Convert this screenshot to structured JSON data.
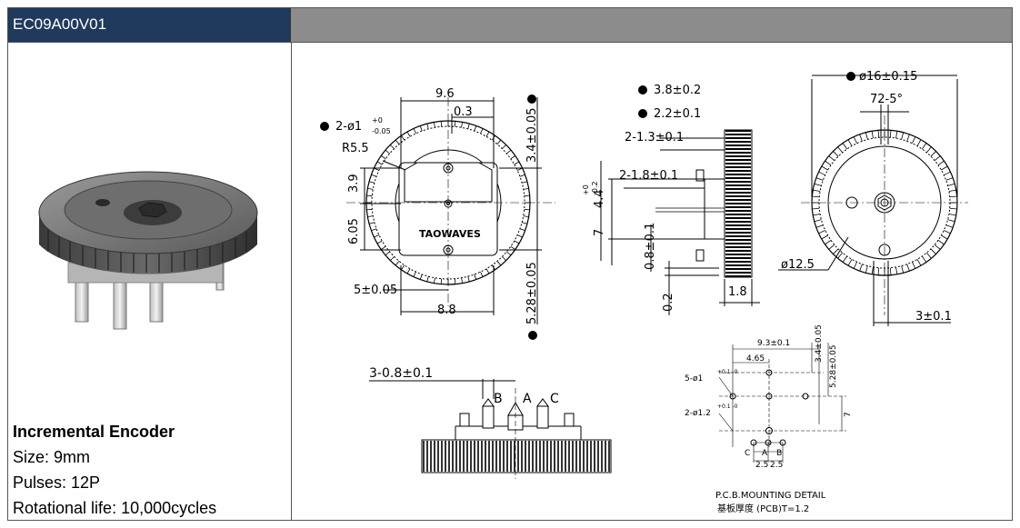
{
  "header": {
    "model": "EC09A00V01"
  },
  "product": {
    "title": "Incremental Encoder",
    "size": "Size: 9mm",
    "pulses": "Pulses: 12P",
    "life": "Rotational life: 10,000cycles"
  },
  "front_view": {
    "dim_width": "9.6",
    "dim_offset": "0.3",
    "dim_holes": "2-ø1",
    "dim_holes_tol_upper": "+0",
    "dim_holes_tol_lower": "-0.05",
    "dim_radius": "R5.5",
    "dim_top": "3.9",
    "dim_mid": "6.05",
    "dim_upper_right": "3.4±0.05",
    "dim_lower_right": "5.28±0.05",
    "dim_pin_offset": "5±0.05",
    "dim_base": "8.8",
    "brand": "TAOWAVES"
  },
  "side_view": {
    "dim_a": "3.8±0.2",
    "dim_b": "2.2±0.1",
    "dim_c": "2-1.3±0.1",
    "dim_d": "2-1.8±0.1",
    "dim_e": "4.4",
    "dim_e_tol_upper": "+0",
    "dim_e_tol_lower": "-0.2",
    "dim_f": "7",
    "dim_g": "0.8±0.1",
    "dim_h": "0.2",
    "dim_i": "1.8"
  },
  "rear_view": {
    "dim_dia": "ø16±0.15",
    "dim_angle": "72-5°",
    "dim_inner": "ø12.5",
    "dim_shift": "3±0.1"
  },
  "bottom_view": {
    "dim_pins": "3-0.8±0.1",
    "pin_b": "B",
    "pin_a": "A",
    "pin_c": "C"
  },
  "pcb": {
    "dim_w": "9.3±0.1",
    "dim_a": "4.65",
    "dim_v1": "3.4±0.05",
    "dim_v2": "5.28±0.05",
    "dim_holes5": "5-ø1",
    "dim_holes2": "2-ø1.2",
    "dim_tol": "+0.1 -0",
    "dim_h": "7",
    "pin_c": "C",
    "pin_a": "A",
    "pin_b": "B",
    "pitch1": "2.5",
    "pitch2": "2.5",
    "caption": "P.C.B.MOUNTING DETAIL",
    "caption_cn": "基板厚度 (PCB)T=1.2"
  }
}
